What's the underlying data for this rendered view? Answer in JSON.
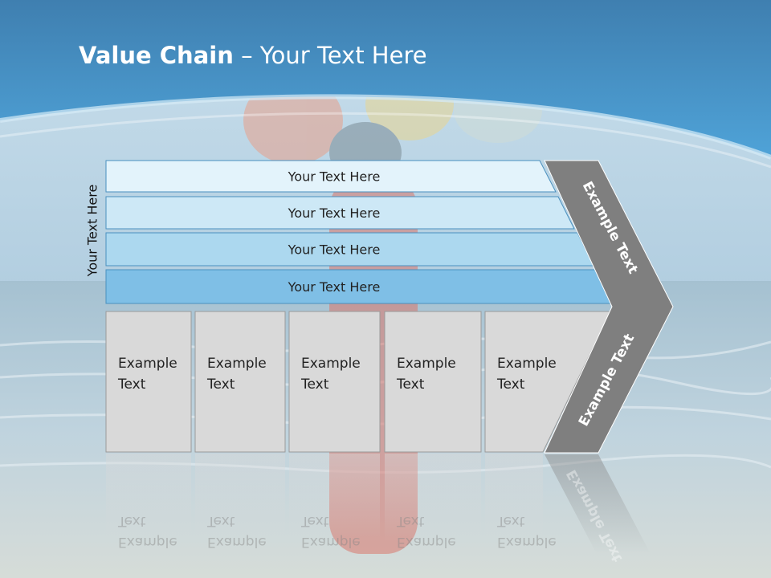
{
  "title": {
    "bold": "Value Chain",
    "rest": " – Your Text Here"
  },
  "side_label": "Your Text Here",
  "bars": [
    {
      "label": "Your Text Here",
      "fill": "#e3f3fb"
    },
    {
      "label": "Your Text Here",
      "fill": "#cde8f6"
    },
    {
      "label": "Your Text Here",
      "fill": "#acd8ef"
    },
    {
      "label": "Your Text Here",
      "fill": "#7fbfe6"
    }
  ],
  "boxes": [
    {
      "line1": "Example",
      "line2": "Text"
    },
    {
      "line1": "Example",
      "line2": "Text"
    },
    {
      "line1": "Example",
      "line2": "Text"
    },
    {
      "line1": "Example",
      "line2": "Text"
    },
    {
      "line1": "Example",
      "line2": "Text"
    }
  ],
  "chevron": {
    "upper_label": "Example Text",
    "lower_label": "Example Text",
    "fill": "#7f7f7f"
  },
  "colors": {
    "header_blue": "#3f91c8",
    "sky": "#b5d3e6",
    "sea": "#9fbccd",
    "box_fill": "#d9d9d9",
    "box_stroke": "#9a9a9a",
    "bar_stroke": "#4a90bf"
  }
}
